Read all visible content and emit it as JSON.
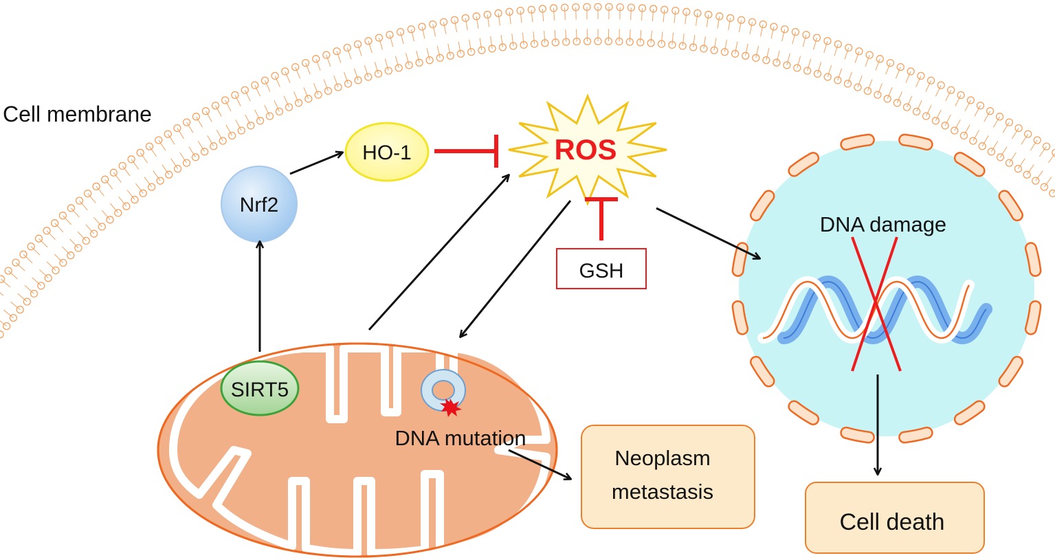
{
  "labels": {
    "cell_membrane": "Cell membrane",
    "nrf2": "Nrf2",
    "ho1": "HO-1",
    "ros": "ROS",
    "gsh": "GSH",
    "sirt5": "SIRT5",
    "dna_mutation": "DNA mutation",
    "neoplasm_line1": "Neoplasm",
    "neoplasm_line2": "metastasis",
    "dna_damage": "DNA damage",
    "cell_death": "Cell death"
  },
  "colors": {
    "membrane": "#f3a25f",
    "mito_fill": "#f2b088",
    "mito_stroke": "#ee6a22",
    "nucleus_fill": "#c8f4f6",
    "nucleus_stroke": "#ee6a22",
    "inhibit": "#ee1c1c",
    "ros_fill": "#fffde6",
    "ros_stroke": "#f0c21a",
    "ho1_fill": "#fffaa8",
    "ho1_stroke": "#f2e52a",
    "nrf2_fill": "#bcd9f3",
    "sirt5_fill": "#b5dcaa",
    "sirt5_stroke": "#3aa33a",
    "box_fill": "#fdeacb",
    "box_stroke": "#ee7f2a",
    "dna_orange": "#ee6a22",
    "dna_blue": "#6ea8ec"
  }
}
